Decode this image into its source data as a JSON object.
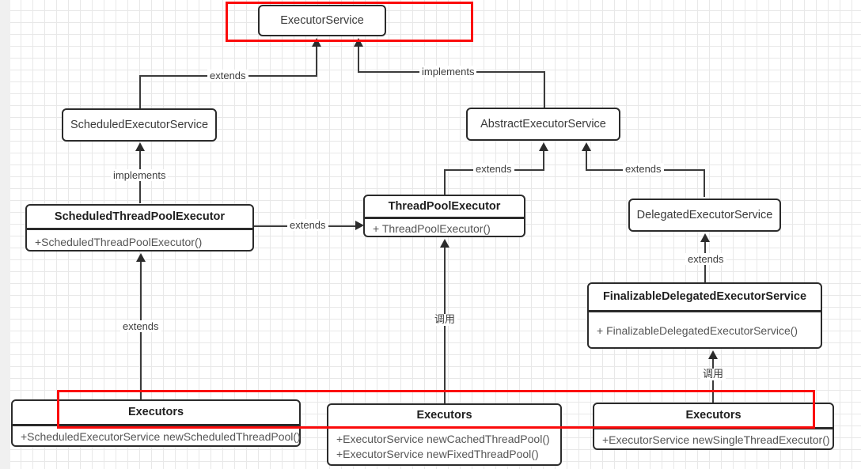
{
  "diagram": {
    "title": "Executor framework class hierarchy",
    "accent_highlight_color": "#fb0b0b",
    "node_border_color": "#2b2b2b",
    "connector_color": "#3b3b3b"
  },
  "nodes": {
    "executor_service": {
      "title": "ExecutorService"
    },
    "scheduled_executor_service": {
      "title": "ScheduledExecutorService"
    },
    "abstract_executor_service": {
      "title": "AbstractExecutorService"
    },
    "scheduled_thread_pool_executor": {
      "title": "ScheduledThreadPoolExecutor",
      "member1": "+ScheduledThreadPoolExecutor()"
    },
    "thread_pool_executor": {
      "title": "ThreadPoolExecutor",
      "member1": "+ ThreadPoolExecutor()"
    },
    "delegated_executor_service": {
      "title": "DelegatedExecutorService"
    },
    "finalizable_delegated_executor_service": {
      "title": "FinalizableDelegatedExecutorService",
      "member1": "+ FinalizableDelegatedExecutorService()"
    },
    "executors_left": {
      "title": "Executors",
      "member1": "+ScheduledExecutorService newScheduledThreadPool()"
    },
    "executors_middle": {
      "title": "Executors",
      "member1": "+ExecutorService newCachedThreadPool()",
      "member2": "+ExecutorService newFixedThreadPool()"
    },
    "executors_right": {
      "title": "Executors",
      "member1": "+ExecutorService newSingleThreadExecutor()"
    }
  },
  "edges": {
    "ses_extends_es": "extends",
    "aes_implements_es": "implements",
    "stpe_implements_ses": "implements",
    "tpe_extends_aes": "extends",
    "des_extends_aes": "extends",
    "stpe_extends_tpe": "extends",
    "executors_left_extends_stpe": "extends",
    "executors_middle_calls_tpe": "调用",
    "fdes_extends_des": "extends",
    "executors_right_calls_fdes": "调用"
  }
}
